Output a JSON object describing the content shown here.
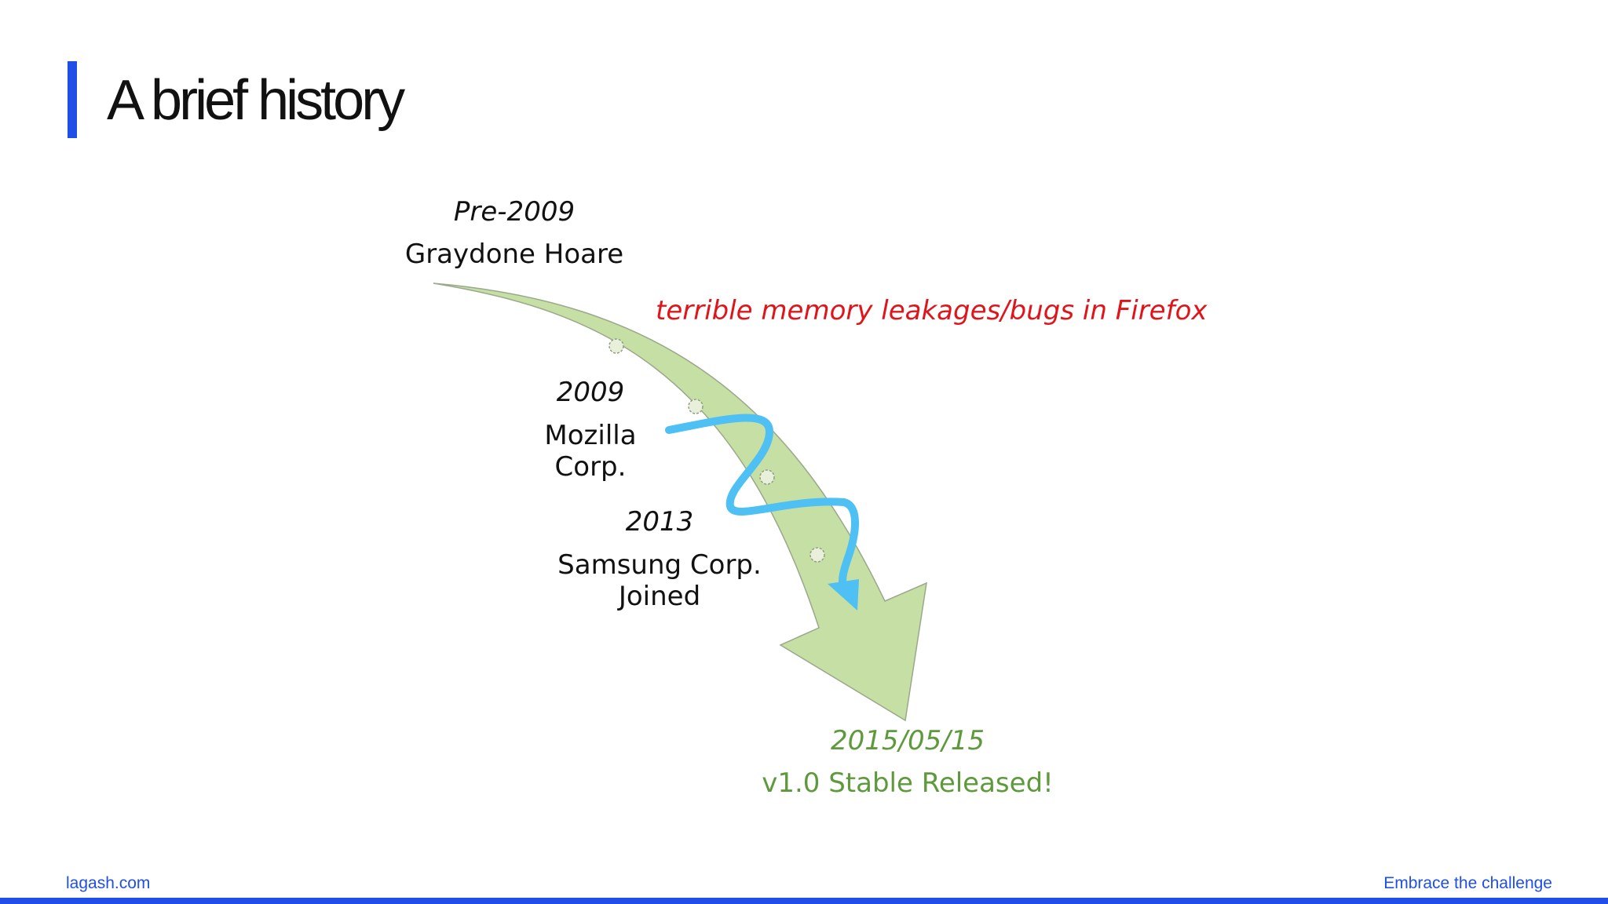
{
  "slide": {
    "title": "A brief history",
    "footer_left": "lagash.com",
    "footer_right": "Embrace the challenge"
  },
  "timeline": {
    "milestones": [
      {
        "year": "Pre-2009",
        "description": "Graydone Hoare"
      },
      {
        "year": "2009",
        "description_lines": [
          "Mozilla",
          "Corp."
        ]
      },
      {
        "year": "2013",
        "description_lines": [
          "Samsung Corp.",
          "Joined"
        ]
      },
      {
        "year": "2015/05/15",
        "description": "v1.0 Stable Released!"
      }
    ],
    "note": "terrible memory leakages/bugs in Firefox"
  },
  "colors": {
    "accent": "#1f4fe6",
    "arrow_fill": "#c6dfa4",
    "arrow_stroke": "#9aa88c",
    "squiggle": "#4ec0f3",
    "note_red": "#e0141b",
    "release_green": "#5e9a3c"
  }
}
